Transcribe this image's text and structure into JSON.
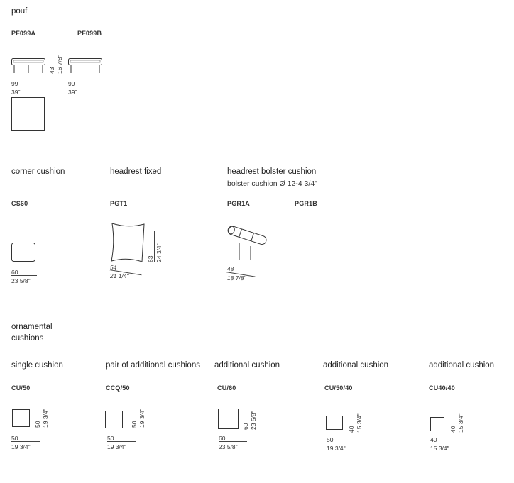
{
  "pouf": {
    "title": "pouf",
    "codes": [
      "PF099A",
      "PF099B"
    ],
    "height_cm": "43",
    "height_in": "16 7/8\"",
    "a_width_cm": "99",
    "a_width_in": "39\"",
    "b_width_cm": "99",
    "b_width_in": "39\""
  },
  "corner_cushion": {
    "title": "corner cushion",
    "code": "CS60",
    "width_cm": "60",
    "width_in": "23 5/8\""
  },
  "headrest_fixed": {
    "title": "headrest fixed",
    "code": "PGT1",
    "width_cm": "54",
    "width_in": "21 1/4\"",
    "height_cm": "63",
    "height_in": "24 3/4\""
  },
  "headrest_bolster": {
    "title": "headrest bolster cushion",
    "subtitle": "bolster cushion Ø 12-4 3/4\"",
    "codes": [
      "PGR1A",
      "PGR1B"
    ],
    "width_cm": "48",
    "width_in": "18 7/8\""
  },
  "ornamental": {
    "title_line1": "ornamental",
    "title_line2": "cushions",
    "items": [
      {
        "title": "single cushion",
        "code": "CU/50",
        "w_cm": "50",
        "w_in": "19 3/4\"",
        "h_cm": "50",
        "h_in": "19 3/4\""
      },
      {
        "title": "pair of additional cushions",
        "code": "CCQ/50",
        "w_cm": "50",
        "w_in": "19 3/4\"",
        "h_cm": "50",
        "h_in": "19 3/4\""
      },
      {
        "title": "additional cushion",
        "code": "CU/60",
        "w_cm": "60",
        "w_in": "23 5/8\"",
        "h_cm": "60",
        "h_in": "23 5/8\""
      },
      {
        "title": "additional cushion",
        "code": "CU/50/40",
        "w_cm": "50",
        "w_in": "19 3/4\"",
        "h_cm": "40",
        "h_in": "15 3/4\""
      },
      {
        "title": "additional cushion",
        "code": "CU40/40",
        "w_cm": "40",
        "w_in": "15 3/4\"",
        "h_cm": "40",
        "h_in": "15 3/4\""
      }
    ]
  }
}
